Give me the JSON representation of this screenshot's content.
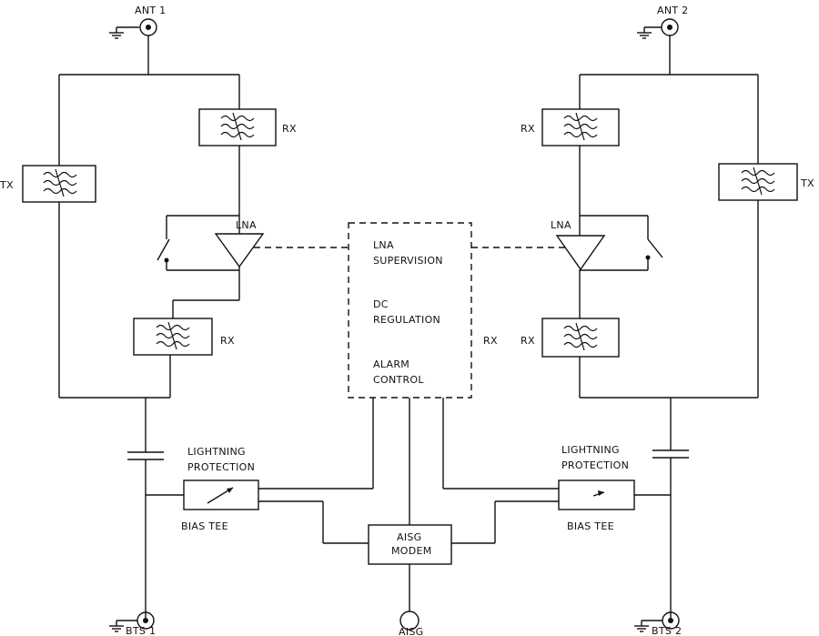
{
  "labels": {
    "ant1": "ANT 1",
    "ant2": "ANT 2",
    "bts1": "BTS 1",
    "bts2": "BTS 2",
    "aisg": "AISG",
    "tx_left": "TX",
    "tx_right": "TX",
    "rx_left_top": "RX",
    "rx_left_bottom": "RX",
    "rx_right_top": "RX",
    "rx_right_bottom": "RX",
    "rx_middle": "RX",
    "lna_left": "LNA",
    "lna_right": "LNA",
    "supervision": [
      "LNA",
      "SUPERVISION"
    ],
    "dc_regulation": [
      "DC",
      "REGULATION"
    ],
    "alarm_control": [
      "ALARM",
      "CONTROL"
    ],
    "lightning_left": [
      "LIGHTNING",
      "PROTECTION"
    ],
    "lightning_right": [
      "LIGHTNING",
      "PROTECTION"
    ],
    "bias_tee_left": "BIAS TEE",
    "bias_tee_right": "BIAS TEE",
    "aisg_modem": [
      "AISG",
      "MODEM"
    ]
  }
}
